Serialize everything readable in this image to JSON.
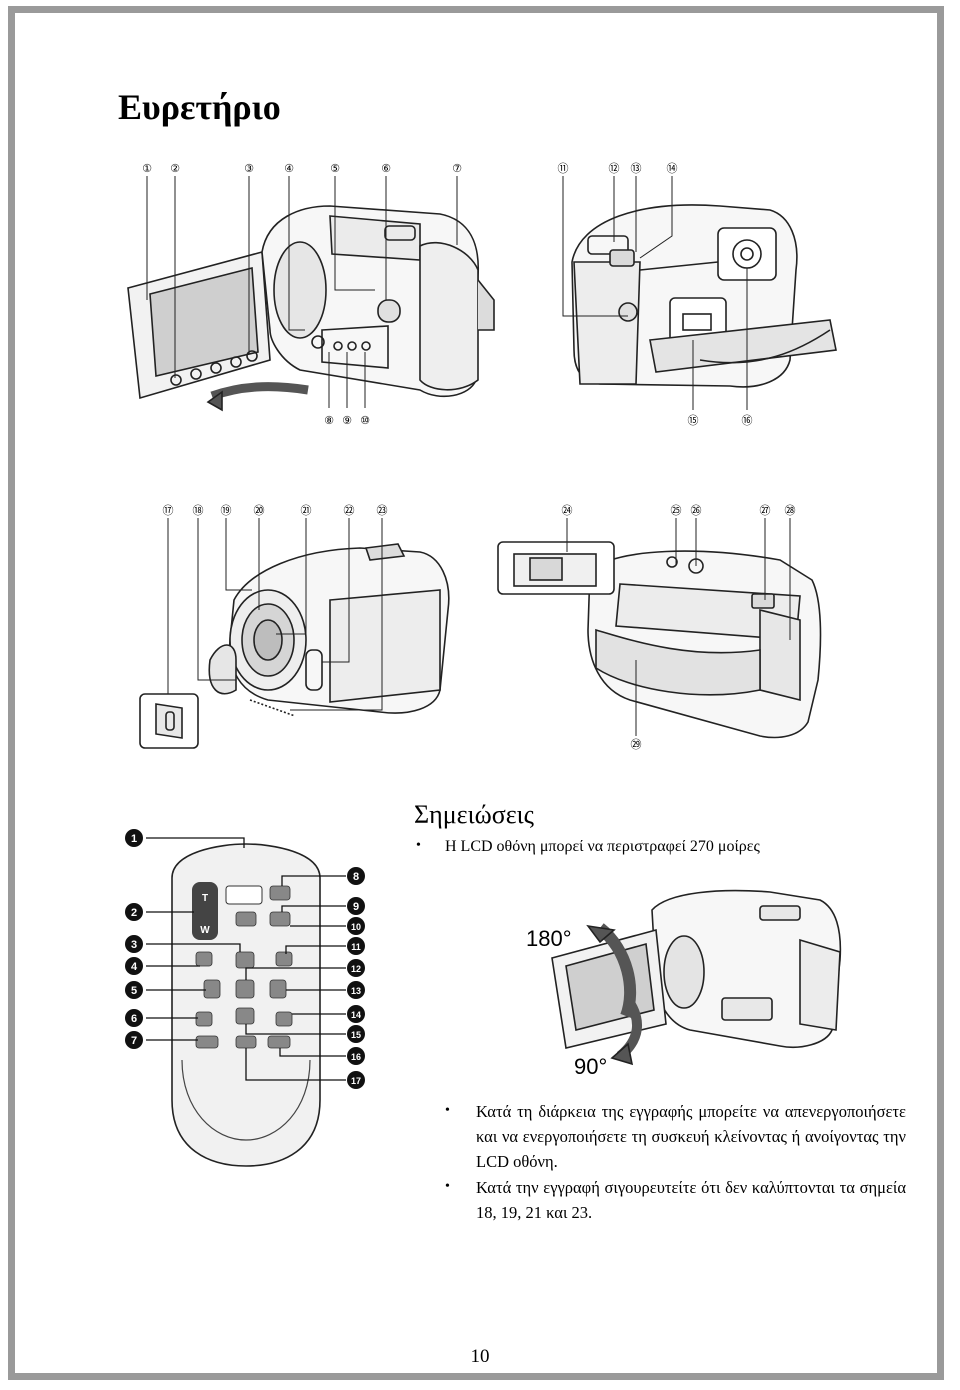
{
  "page": {
    "title": "Ευρετήριο",
    "page_number": "10"
  },
  "figure_top": {
    "callouts_left": [
      "①",
      "②",
      "③",
      "④",
      "⑤",
      "⑥",
      "⑦"
    ],
    "callouts_left_bottom": [
      "⑧",
      "⑨",
      "⑩"
    ],
    "callouts_right": [
      "⑪",
      "⑫",
      "⑬",
      "⑭"
    ],
    "callouts_right_bottom": [
      "⑮",
      "⑯"
    ]
  },
  "figure_middle": {
    "callouts_left": [
      "⑰",
      "⑱",
      "⑲",
      "⑳",
      "㉑",
      "㉒",
      "㉓"
    ],
    "callouts_right": [
      "㉔",
      "㉕",
      "㉖",
      "㉗",
      "㉘"
    ],
    "callouts_right_bottom": [
      "㉙"
    ]
  },
  "remote": {
    "callouts_left": [
      "1",
      "2",
      "3",
      "4",
      "5",
      "6",
      "7"
    ],
    "callouts_right": [
      "8",
      "9",
      "10",
      "11",
      "12",
      "13",
      "14",
      "15",
      "16",
      "17"
    ],
    "zoom_t": "T",
    "zoom_w": "W"
  },
  "notes": {
    "heading": "Σημειώσεις",
    "note1": "Η LCD οθόνη μπορεί να περιστραφεί 270 μοίρες",
    "rotation_180": "180°",
    "rotation_90": "90°",
    "note2": "Κατά τη διάρκεια της εγγραφής μπορείτε να απενεργοποιήσετε και να ενεργοποιήσετε τη συσκευή κλείνοντας ή ανοίγοντας την LCD οθόνη.",
    "note3": "Κατά την εγγραφή σιγουρευτείτε ότι δεν καλύπτονται τα σημεία 18, 19, 21 και 23.",
    "bullet": "•"
  }
}
